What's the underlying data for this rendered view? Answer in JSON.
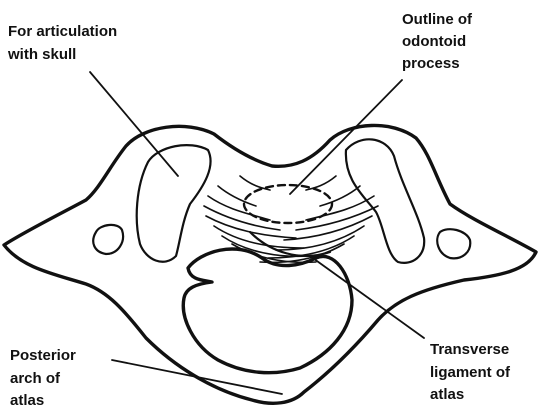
{
  "diagram": {
    "labels": {
      "articulation": [
        "For articulation",
        "with skull"
      ],
      "odontoid": [
        "Outline of",
        "odontoid",
        "process"
      ],
      "posterior_arch": [
        "Posterior",
        "arch of",
        "atlas"
      ],
      "transverse_ligament": [
        "Transverse",
        "ligament of",
        "atlas"
      ]
    }
  }
}
